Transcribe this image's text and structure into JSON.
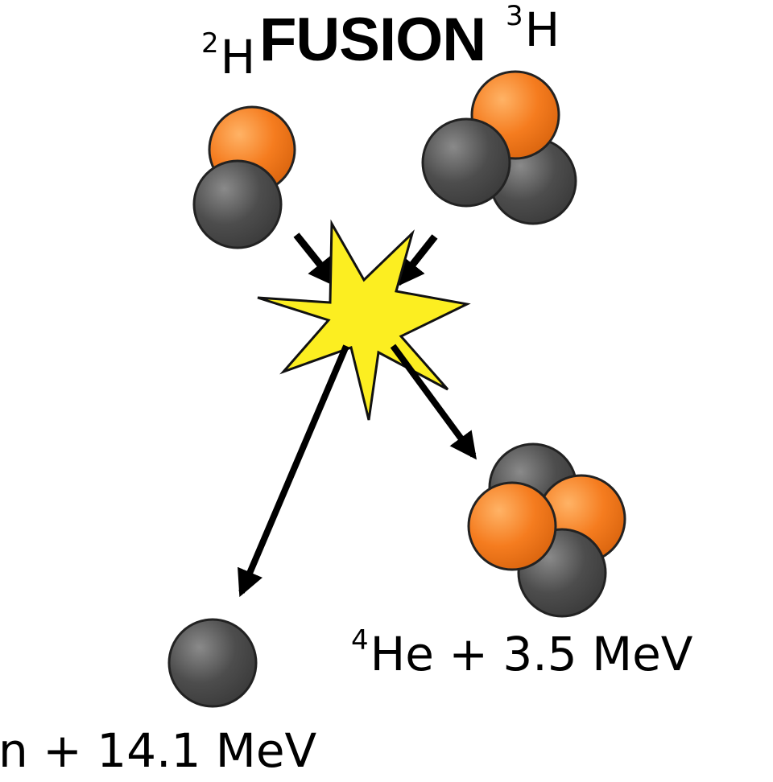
{
  "title": "FUSION",
  "reactants": {
    "deuterium": {
      "mass_number": "2",
      "symbol": "H"
    },
    "tritium": {
      "mass_number": "3",
      "symbol": "H"
    }
  },
  "products": {
    "helium": {
      "mass_number": "4",
      "symbol": "He",
      "energy": " + 3.5 MeV"
    },
    "neutron": {
      "label": "n + 14.1 MeV"
    }
  },
  "colors": {
    "proton": "#f57c1f",
    "neutron": "#4d4d4d",
    "flash": "#fcee21",
    "arrow": "#000000"
  }
}
